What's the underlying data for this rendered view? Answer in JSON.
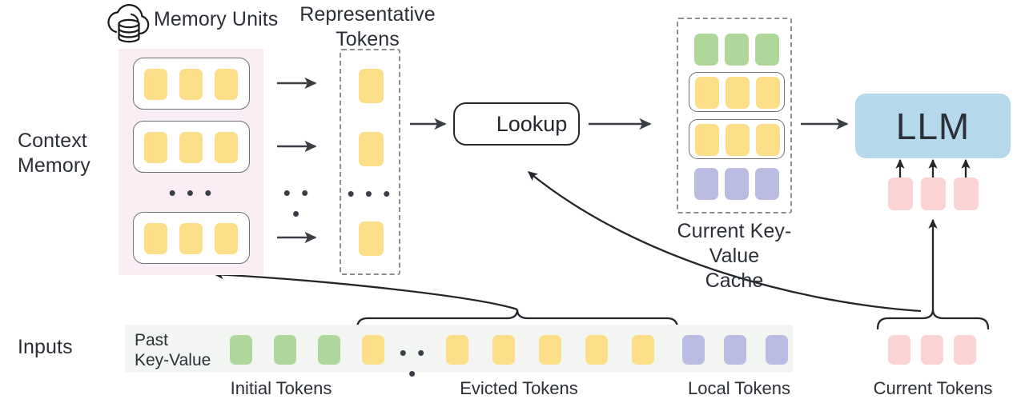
{
  "diagram": {
    "title_hidden": "",
    "row_labels": {
      "context_memory": "Context\nMemory",
      "context_memory_line1": "Context",
      "context_memory_line2": "Memory",
      "inputs": "Inputs"
    },
    "memory_units": {
      "label": "Memory Units",
      "icon": "cloud-database-icon",
      "unit_count_visible": 3,
      "tokens_per_unit": 3,
      "token_color": "#FBDE87",
      "panel_color": "#FAEDF3",
      "ellipsis": "• • •"
    },
    "representative_tokens": {
      "label_line1": "Representative",
      "label_line2": "Tokens",
      "tokens_visible": 3,
      "token_color": "#FBDE87",
      "ellipsis": "• • •",
      "container": "dashed"
    },
    "lookup": {
      "label": "Lookup",
      "icon": "search-icon"
    },
    "kv_cache": {
      "label_line1": "Current Key-Value",
      "label_line2": "Cache",
      "container": "dashed",
      "rows": [
        {
          "name": "initial",
          "color": "#AFD79C",
          "count": 3,
          "outlined": false
        },
        {
          "name": "retrieved-upper",
          "color": "#FBDE87",
          "count": 3,
          "outlined": true
        },
        {
          "name": "retrieved-lower",
          "color": "#FBDE87",
          "count": 3,
          "outlined": true
        },
        {
          "name": "local",
          "color": "#B9BCE0",
          "count": 3,
          "outlined": false
        }
      ]
    },
    "llm": {
      "label": "LLM",
      "color": "#B5D9EA"
    },
    "current_tokens_to_llm": {
      "count": 3,
      "color": "#FBD3D3"
    },
    "inputs": {
      "past_key_value_line1": "Past",
      "past_key_value_line2": "Key-Value",
      "ellipsis": "• • •",
      "groups": [
        {
          "name": "initial",
          "label": "Initial Tokens",
          "color": "#AFD79C",
          "count": 3
        },
        {
          "name": "evicted",
          "label": "Evicted Tokens",
          "color": "#FBDE87",
          "count": 6
        },
        {
          "name": "local",
          "label": "Local Tokens",
          "color": "#B9BCE0",
          "count": 3
        },
        {
          "name": "current",
          "label": "Current Tokens",
          "color": "#FBD3D3",
          "count": 3
        }
      ]
    },
    "arrows": {
      "unit_to_rep_1": "arrow-right",
      "unit_to_rep_2": "arrow-right",
      "unit_to_rep_3": "arrow-right",
      "rep_to_lookup": "arrow-right",
      "lookup_to_cache": "arrow-right",
      "cache_to_llm": "arrow-right",
      "evicted_to_memory": "curved-arrow-up-left",
      "current_to_lookup": "curved-arrow-up-left",
      "current_to_llm": "arrow-up"
    },
    "colors": {
      "yellow": "#FBDE87",
      "green": "#AFD79C",
      "purple": "#B9BCE0",
      "pink_token": "#FBD3D3",
      "blue_llm": "#B5D9EA",
      "memory_panel": "#FAEDF3",
      "inputs_strip": "#F3F5F3",
      "stroke": "#3a3f46"
    }
  }
}
